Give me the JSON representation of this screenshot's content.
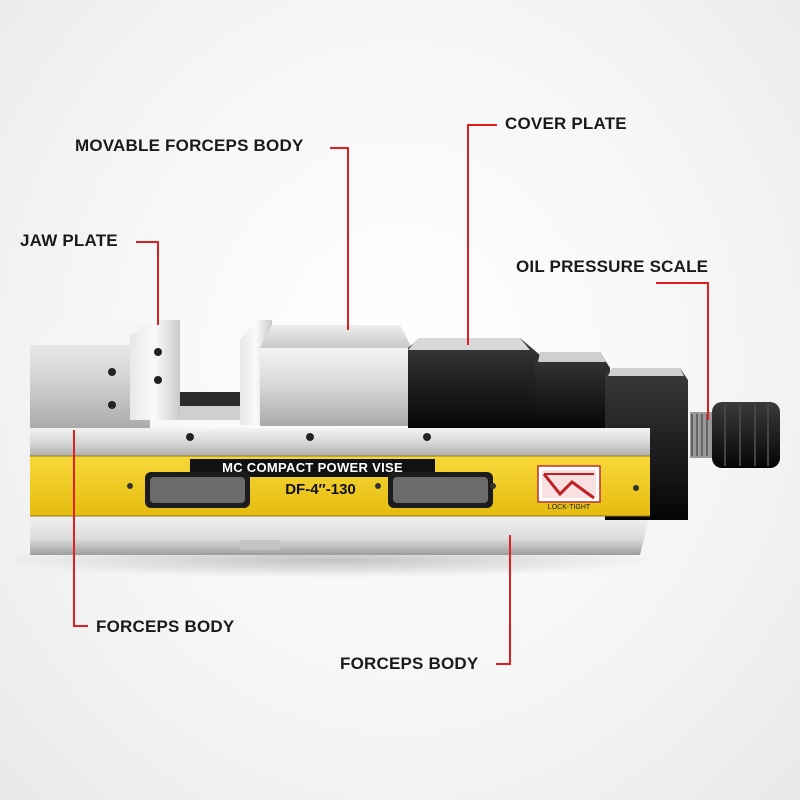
{
  "callouts": {
    "movable_forceps_body": "MOVABLE FORCEPS BODY",
    "cover_plate": "COVER PLATE",
    "jaw_plate": "JAW PLATE",
    "oil_pressure_scale": "OIL PRESSURE SCALE",
    "forceps_body_left": "FORCEPS BODY",
    "forceps_body_bottom": "FORCEPS BODY"
  },
  "product": {
    "title": "MC COMPACT POWER VISE",
    "model": "DF-4″-130",
    "brand": "LOCK-TIGHT"
  },
  "colors": {
    "leader_line": "#e02020",
    "label_yellow": "#f2cd1a",
    "steel": "#d9d9d9",
    "black_part": "#111111"
  }
}
